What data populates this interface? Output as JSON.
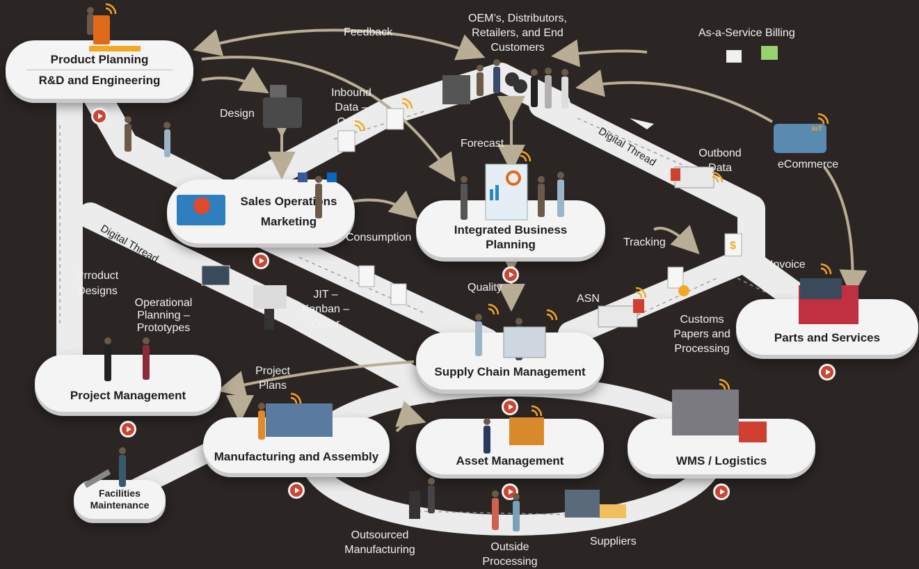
{
  "nodes": {
    "product_planning": "Product Planning",
    "rd_engineering": "R&D and Engineering",
    "sales_operations": "Sales Operations",
    "marketing": "Marketing",
    "integrated_business_planning": "Integrated Business Planning",
    "supply_chain_management": "Supply Chain Management",
    "parts_and_services": "Parts and Services",
    "project_management": "Project Management",
    "manufacturing_and_assembly": "Manufacturing and Assembly",
    "asset_management": "Asset Management",
    "wms_logistics": "WMS / Logistics",
    "facilities_maintenance": "Facilities Maintenance"
  },
  "labels": {
    "feedback": "Feedback",
    "oems": "OEM’s, Distributors, Retailers, and End Customers",
    "as_a_service_billing": "As-a-Service Billing",
    "design": "Design",
    "inbound_data_order": "Inbound Data – Order",
    "forecast": "Forecast",
    "outbond_data": "Outbond Data",
    "ecommerce": "eCommerce",
    "consumption": "Consumption",
    "tracking": "Tracking",
    "invoice": "Invoice",
    "prroduct_designs": "Prroduct Designs",
    "operational_planning_prototypes": "Operational Planning – Prototypes",
    "jit_kanban_order": "JIT – Kanban – Order",
    "quality": "Quality",
    "asn": "ASN",
    "customs_papers_processing": "Customs Papers and Processing",
    "project_plans": "Project Plans",
    "outsourced_manufacturing": "Outsourced Manufacturing",
    "outside_processing": "Outside Processing",
    "suppliers": "Suppliers",
    "digital_thread": "Digital Thread",
    "iot": "IoT"
  },
  "colors": {
    "background": "#2b2624",
    "road": "#f1f1f1",
    "node": "#f4f4f4",
    "play": "#c74634",
    "accent_orange": "#f5a623",
    "arrow": "#b9ad95"
  },
  "icons": [
    "play-icon",
    "wifi-icon",
    "truck-icon",
    "building-icon",
    "document-icon",
    "person-icon",
    "plane-icon",
    "chart-icon",
    "laptop-icon",
    "facebook-icon",
    "linkedin-icon"
  ]
}
